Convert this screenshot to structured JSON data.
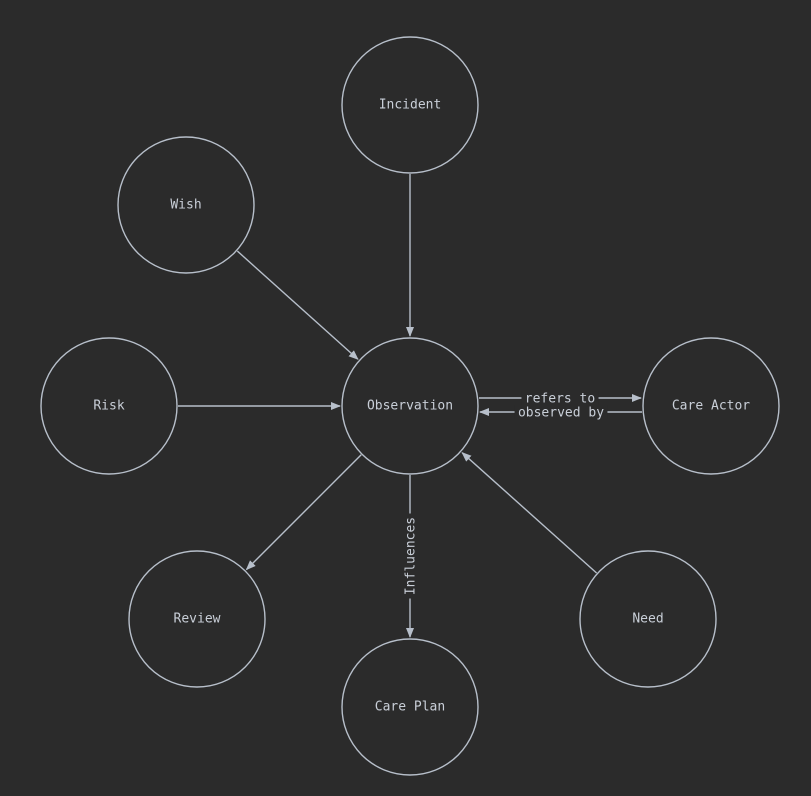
{
  "diagram": {
    "nodes": [
      {
        "id": "incident",
        "label": "Incident"
      },
      {
        "id": "wish",
        "label": "Wish"
      },
      {
        "id": "risk",
        "label": "Risk"
      },
      {
        "id": "observation",
        "label": "Observation"
      },
      {
        "id": "care_actor",
        "label": "Care Actor"
      },
      {
        "id": "review",
        "label": "Review"
      },
      {
        "id": "care_plan",
        "label": "Care Plan"
      },
      {
        "id": "need",
        "label": "Need"
      }
    ],
    "edges": [
      {
        "from": "incident",
        "to": "observation",
        "label": ""
      },
      {
        "from": "wish",
        "to": "observation",
        "label": ""
      },
      {
        "from": "risk",
        "to": "observation",
        "label": ""
      },
      {
        "from": "observation",
        "to": "care_actor",
        "label": "refers to"
      },
      {
        "from": "care_actor",
        "to": "observation",
        "label": "observed by"
      },
      {
        "from": "observation",
        "to": "review",
        "label": ""
      },
      {
        "from": "observation",
        "to": "care_plan",
        "label": "Influences"
      },
      {
        "from": "need",
        "to": "observation",
        "label": ""
      }
    ]
  }
}
